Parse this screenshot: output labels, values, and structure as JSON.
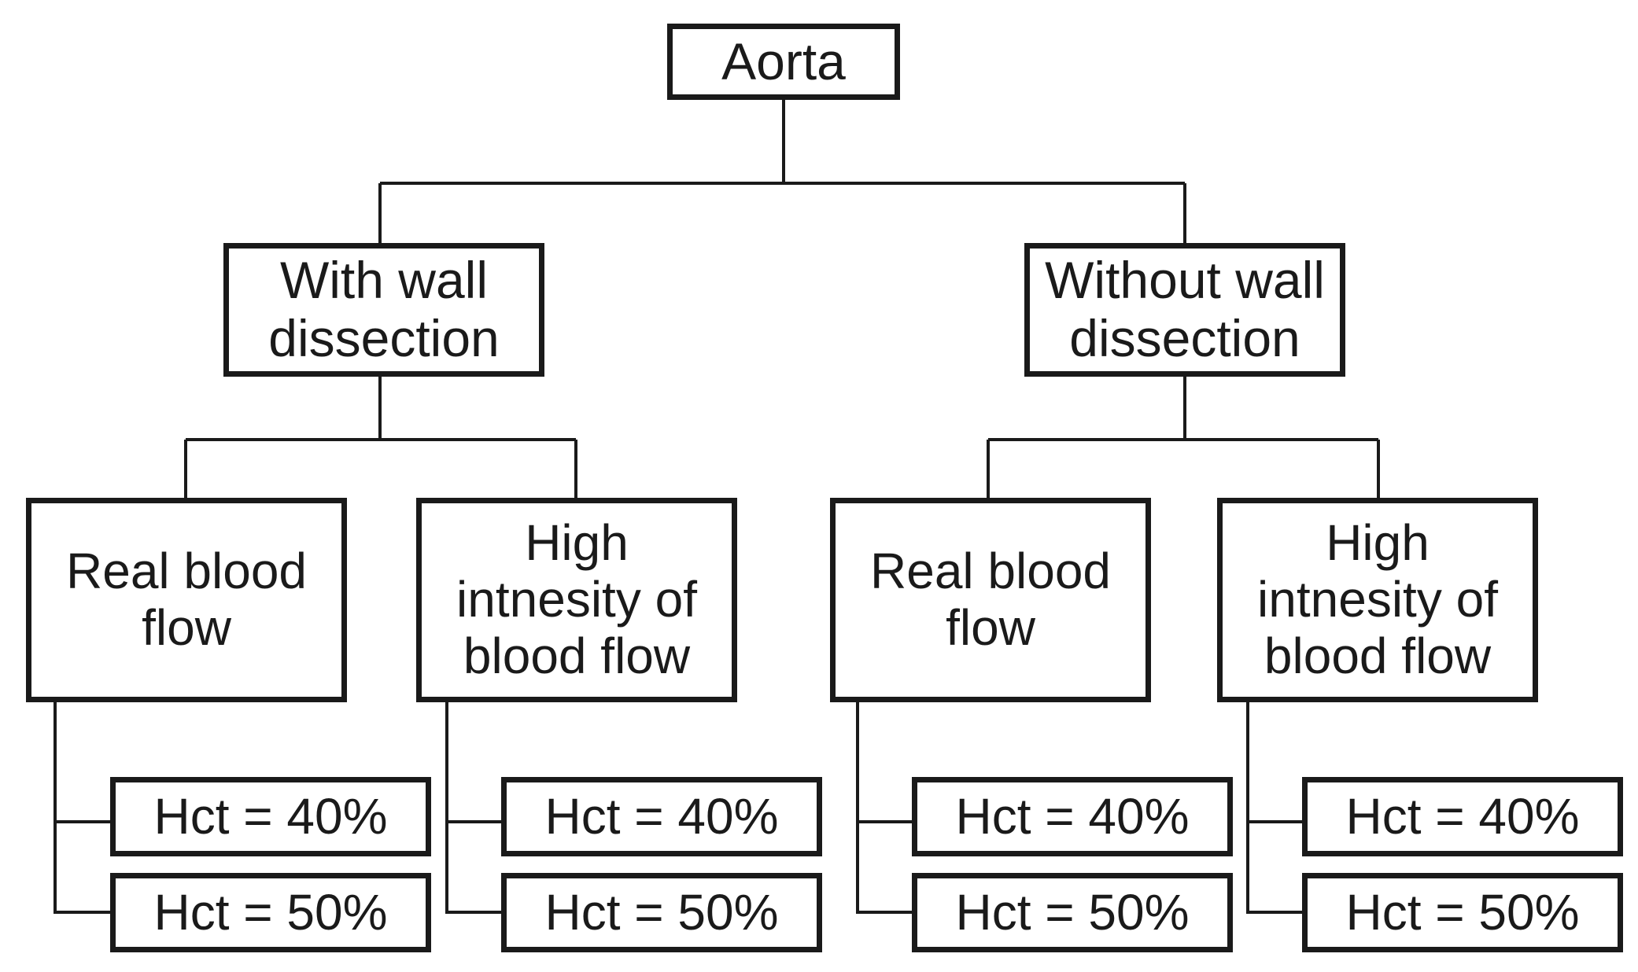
{
  "diagram": {
    "root": {
      "label": "Aorta"
    },
    "branches": [
      {
        "label": "With wall\ndissection",
        "flows": [
          {
            "label": "Real blood\nflow",
            "hct": [
              "Hct = 40%",
              "Hct = 50%"
            ]
          },
          {
            "label": "High\nintnesity of\nblood flow",
            "hct": [
              "Hct = 40%",
              "Hct = 50%"
            ]
          }
        ]
      },
      {
        "label": "Without wall\ndissection",
        "flows": [
          {
            "label": "Real blood\nflow",
            "hct": [
              "Hct = 40%",
              "Hct = 50%"
            ]
          },
          {
            "label": "High\nintnesity of\nblood flow",
            "hct": [
              "Hct = 40%",
              "Hct = 50%"
            ]
          }
        ]
      }
    ],
    "colors": {
      "stroke": "#1a1a1a",
      "background": "#ffffff"
    }
  }
}
